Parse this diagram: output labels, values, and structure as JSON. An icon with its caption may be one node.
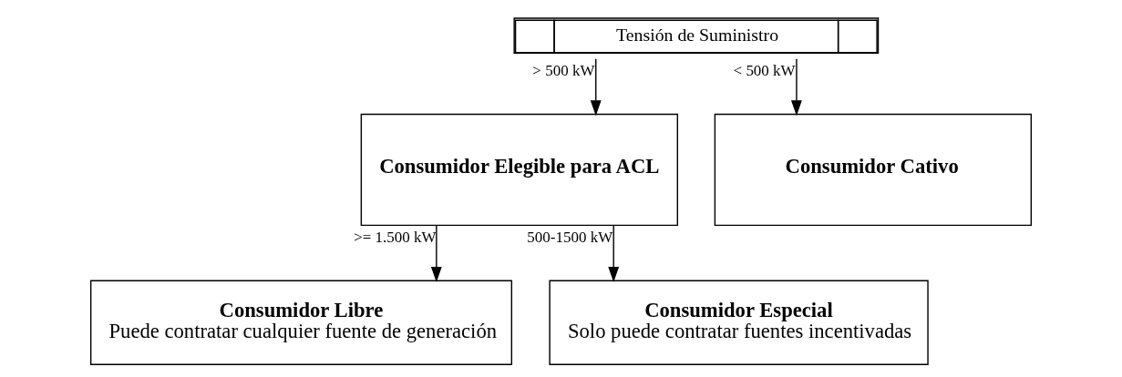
{
  "diagram": {
    "nodes": [
      {
        "text": [
          "Tensión de Suministro"
        ]
      },
      {
        "text": [
          "Consumidor Elegible para ACL"
        ]
      },
      {
        "text": [
          "Consumidor Cativo"
        ]
      },
      {
        "text": [
          "Consumidor Libre",
          "Puede contratar cualquier fuente de generación"
        ]
      },
      {
        "text": [
          "Consumidor Especial",
          "Solo puede contratar fuentes incentivadas"
        ]
      }
    ],
    "edges": [
      {
        "from": 0,
        "to": 1,
        "arrow": "to",
        "label": "> 500 kW"
      },
      {
        "from": 0,
        "to": 2,
        "arrow": "to",
        "label": "< 500 kW"
      },
      {
        "from": 1,
        "to": 3,
        "arrow": "to",
        "label": ">= 1.500 kW"
      },
      {
        "from": 1,
        "to": 4,
        "arrow": "to",
        "label": "500-1500 kW"
      }
    ]
  }
}
